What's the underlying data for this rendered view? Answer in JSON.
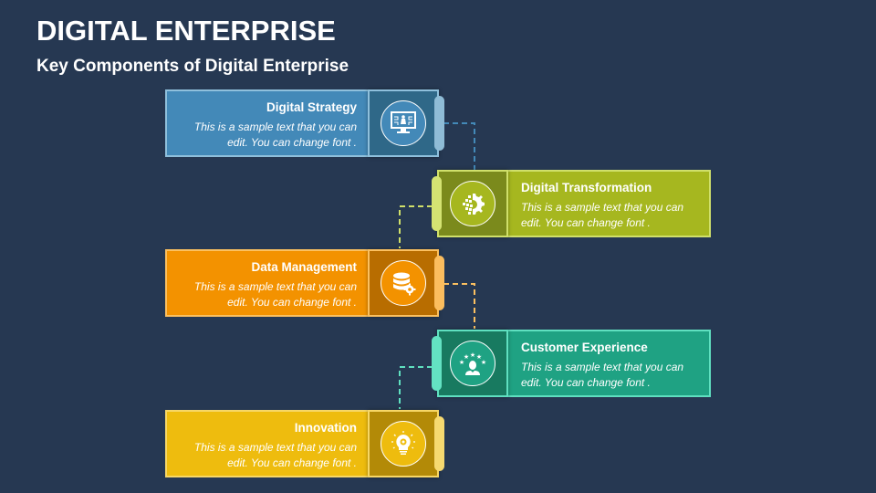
{
  "header": {
    "title": "DIGITAL ENTERPRISE",
    "subtitle": "Key Components of Digital Enterprise"
  },
  "items": [
    {
      "title": "Digital Strategy",
      "text": "This is a sample text that you can edit. You can change font .",
      "icon": "monitor-strategy-icon",
      "side": "left",
      "colors": {
        "main": "#4389b8",
        "dark": "#2f6888",
        "border": "#8fc0dc",
        "tab": "#8fbcd6"
      }
    },
    {
      "title": "Digital Transformation",
      "text": "This is a sample text that you can edit. You can change font .",
      "icon": "pixel-gear-icon",
      "side": "right",
      "colors": {
        "main": "#a6b71f",
        "dark": "#7b8a1c",
        "border": "#d0e06a",
        "tab": "#d4e372"
      }
    },
    {
      "title": "Data Management",
      "text": "This is a sample text that you can edit. You can change font .",
      "icon": "database-gear-icon",
      "side": "left",
      "colors": {
        "main": "#f39200",
        "dark": "#b86d00",
        "border": "#fbc060",
        "tab": "#fbbd5e"
      }
    },
    {
      "title": "Customer Experience",
      "text": "This is a sample text that you can edit. You can change font .",
      "icon": "customer-stars-icon",
      "side": "right",
      "colors": {
        "main": "#1fa283",
        "dark": "#187a60",
        "border": "#5fe0c0",
        "tab": "#63e2c2"
      }
    },
    {
      "title": "Innovation",
      "text": "This is a sample text that you can edit. You can change font .",
      "icon": "lightbulb-gear-icon",
      "side": "left",
      "colors": {
        "main": "#eebc0e",
        "dark": "#b38a07",
        "border": "#f7d766",
        "tab": "#f6d970"
      }
    }
  ]
}
